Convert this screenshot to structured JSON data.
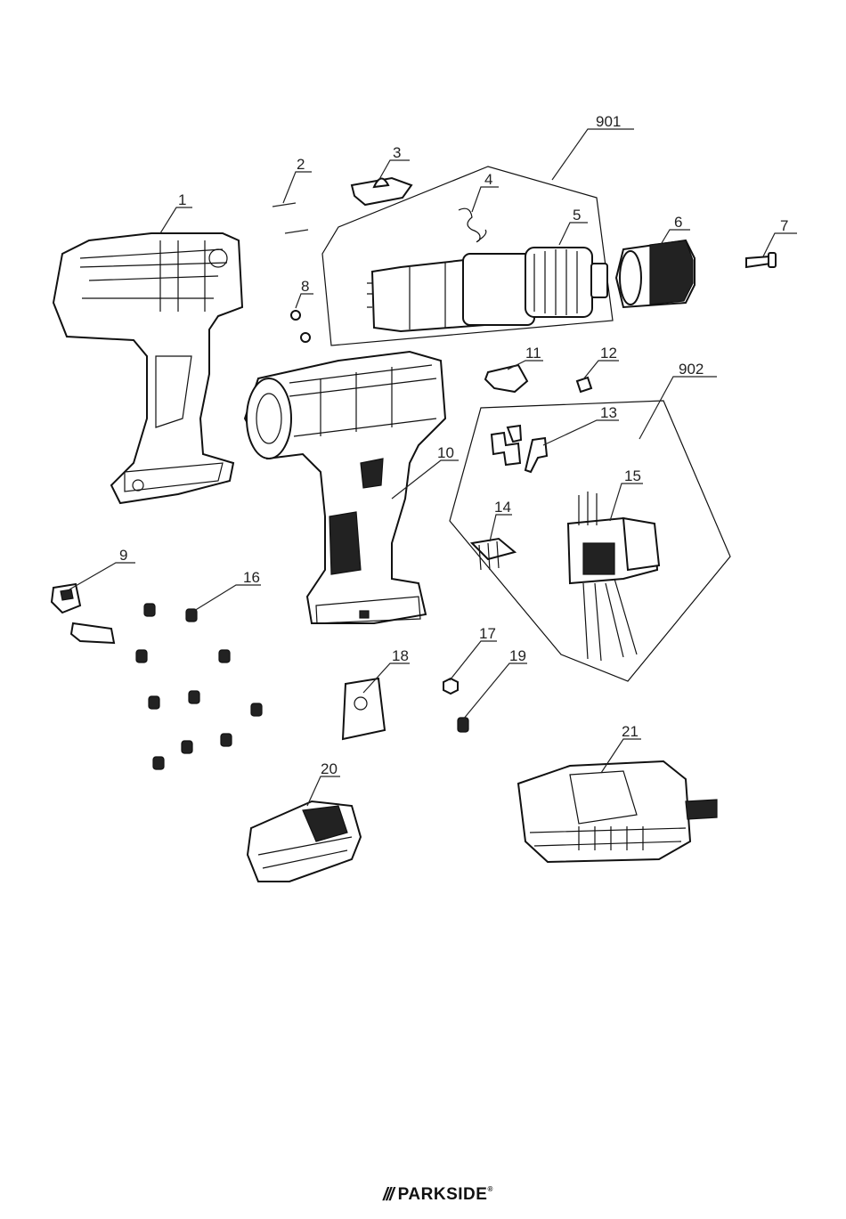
{
  "parts": [
    {
      "id": "1",
      "label": "1"
    },
    {
      "id": "2",
      "label": "2"
    },
    {
      "id": "3",
      "label": "3"
    },
    {
      "id": "4",
      "label": "4"
    },
    {
      "id": "5",
      "label": "5"
    },
    {
      "id": "6",
      "label": "6"
    },
    {
      "id": "7",
      "label": "7"
    },
    {
      "id": "8",
      "label": "8"
    },
    {
      "id": "9",
      "label": "9"
    },
    {
      "id": "10",
      "label": "10"
    },
    {
      "id": "11",
      "label": "11"
    },
    {
      "id": "12",
      "label": "12"
    },
    {
      "id": "13",
      "label": "13"
    },
    {
      "id": "14",
      "label": "14"
    },
    {
      "id": "15",
      "label": "15"
    },
    {
      "id": "16",
      "label": "16"
    },
    {
      "id": "17",
      "label": "17"
    },
    {
      "id": "18",
      "label": "18"
    },
    {
      "id": "19",
      "label": "19"
    },
    {
      "id": "20",
      "label": "20"
    },
    {
      "id": "21",
      "label": "21"
    }
  ],
  "assemblies": [
    {
      "id": "901",
      "label": "901"
    },
    {
      "id": "902",
      "label": "902"
    }
  ],
  "brand": {
    "slashes": "///",
    "name": "PARKSIDE",
    "registered": "®"
  }
}
